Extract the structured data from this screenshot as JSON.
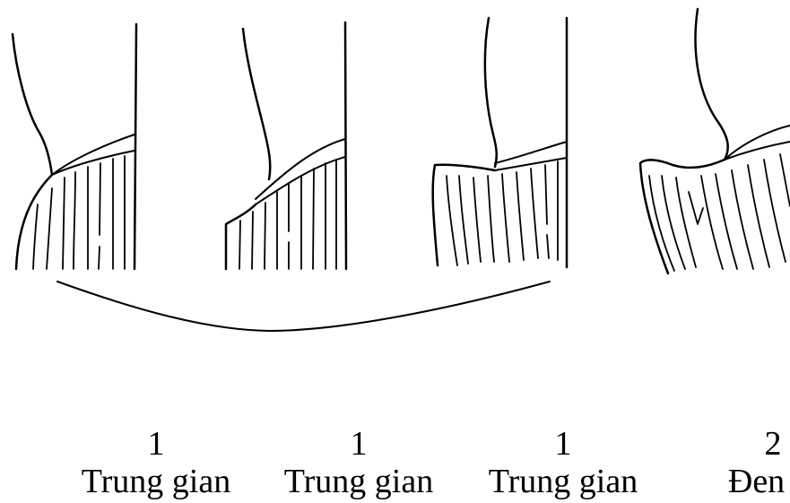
{
  "figure": {
    "panels": [
      {
        "number": "1",
        "name": "Trung gian"
      },
      {
        "number": "1",
        "name": "Trung gian"
      },
      {
        "number": "1",
        "name": "Trung gian"
      },
      {
        "number": "2",
        "name": "Đen ta"
      }
    ],
    "bracket_groups_panels": [
      1,
      2,
      3
    ]
  }
}
